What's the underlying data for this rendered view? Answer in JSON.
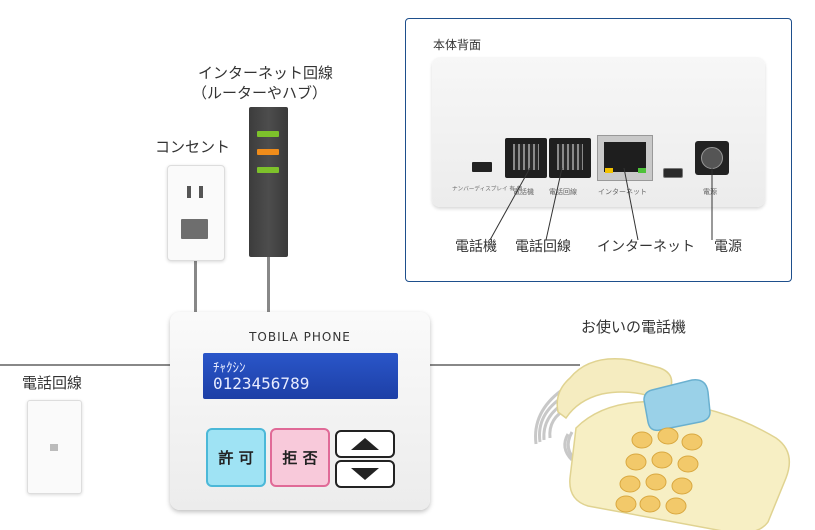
{
  "rear_panel": {
    "title": "本体背面",
    "port_tiny_labels": {
      "switch": "ナンバーディスプレイ 有 無",
      "phone": "電話機",
      "line": "電話回線",
      "internet": "インターネット",
      "power": "電源"
    },
    "callouts": {
      "phone": "電話機",
      "phone_line": "電話回線",
      "internet": "インターネット",
      "power": "電源"
    }
  },
  "outlet": {
    "label": "コンセント"
  },
  "router": {
    "label_line1": "インターネット回線",
    "label_line2": "（ルーターやハブ）"
  },
  "wall_jack": {
    "label": "電話回線"
  },
  "device": {
    "brand": "TOBILA PHONE",
    "lcd_line1": "ﾁｬｸｼﾝ",
    "lcd_line2": "0123456789",
    "allow_label": "許 可",
    "deny_label": "拒 否"
  },
  "telephone": {
    "label": "お使いの電話機"
  },
  "colors": {
    "inset_border": "#1e4f8c",
    "lcd": "#2249b5",
    "allow": "#9fe3f4",
    "deny": "#f8c9da",
    "led_green": "#7dc22b",
    "led_orange": "#f08c1a"
  }
}
